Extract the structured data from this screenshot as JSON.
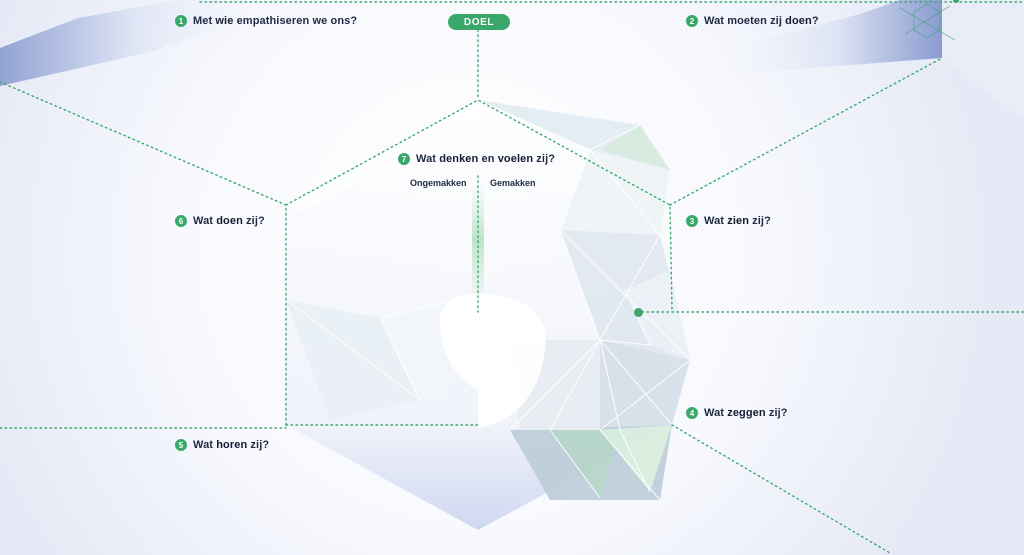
{
  "goal": {
    "label": "DOEL"
  },
  "questions": [
    {
      "num": "1",
      "parts": [
        "Met ",
        "wie",
        " empathiseren we ons?"
      ]
    },
    {
      "num": "2",
      "parts": [
        "Wat moeten zij ",
        "doen",
        "?"
      ]
    },
    {
      "num": "3",
      "parts": [
        "Wat ",
        "zien",
        " zij?"
      ]
    },
    {
      "num": "4",
      "parts": [
        "Wat ",
        "zeggen",
        " zij?"
      ]
    },
    {
      "num": "5",
      "parts": [
        "Wat ",
        "horen",
        " zij?"
      ]
    },
    {
      "num": "6",
      "parts": [
        "Wat ",
        "doen",
        " zij?"
      ]
    }
  ],
  "center": {
    "num": "7",
    "parts": [
      "Wat ",
      "denken",
      " en ",
      "voelen",
      " zij?"
    ],
    "pains": "Ongemakken",
    "gains": "Gemakken"
  },
  "colors": {
    "accent": "#3aa86b",
    "text": "#1f2a44",
    "band": "#9eaed9"
  }
}
